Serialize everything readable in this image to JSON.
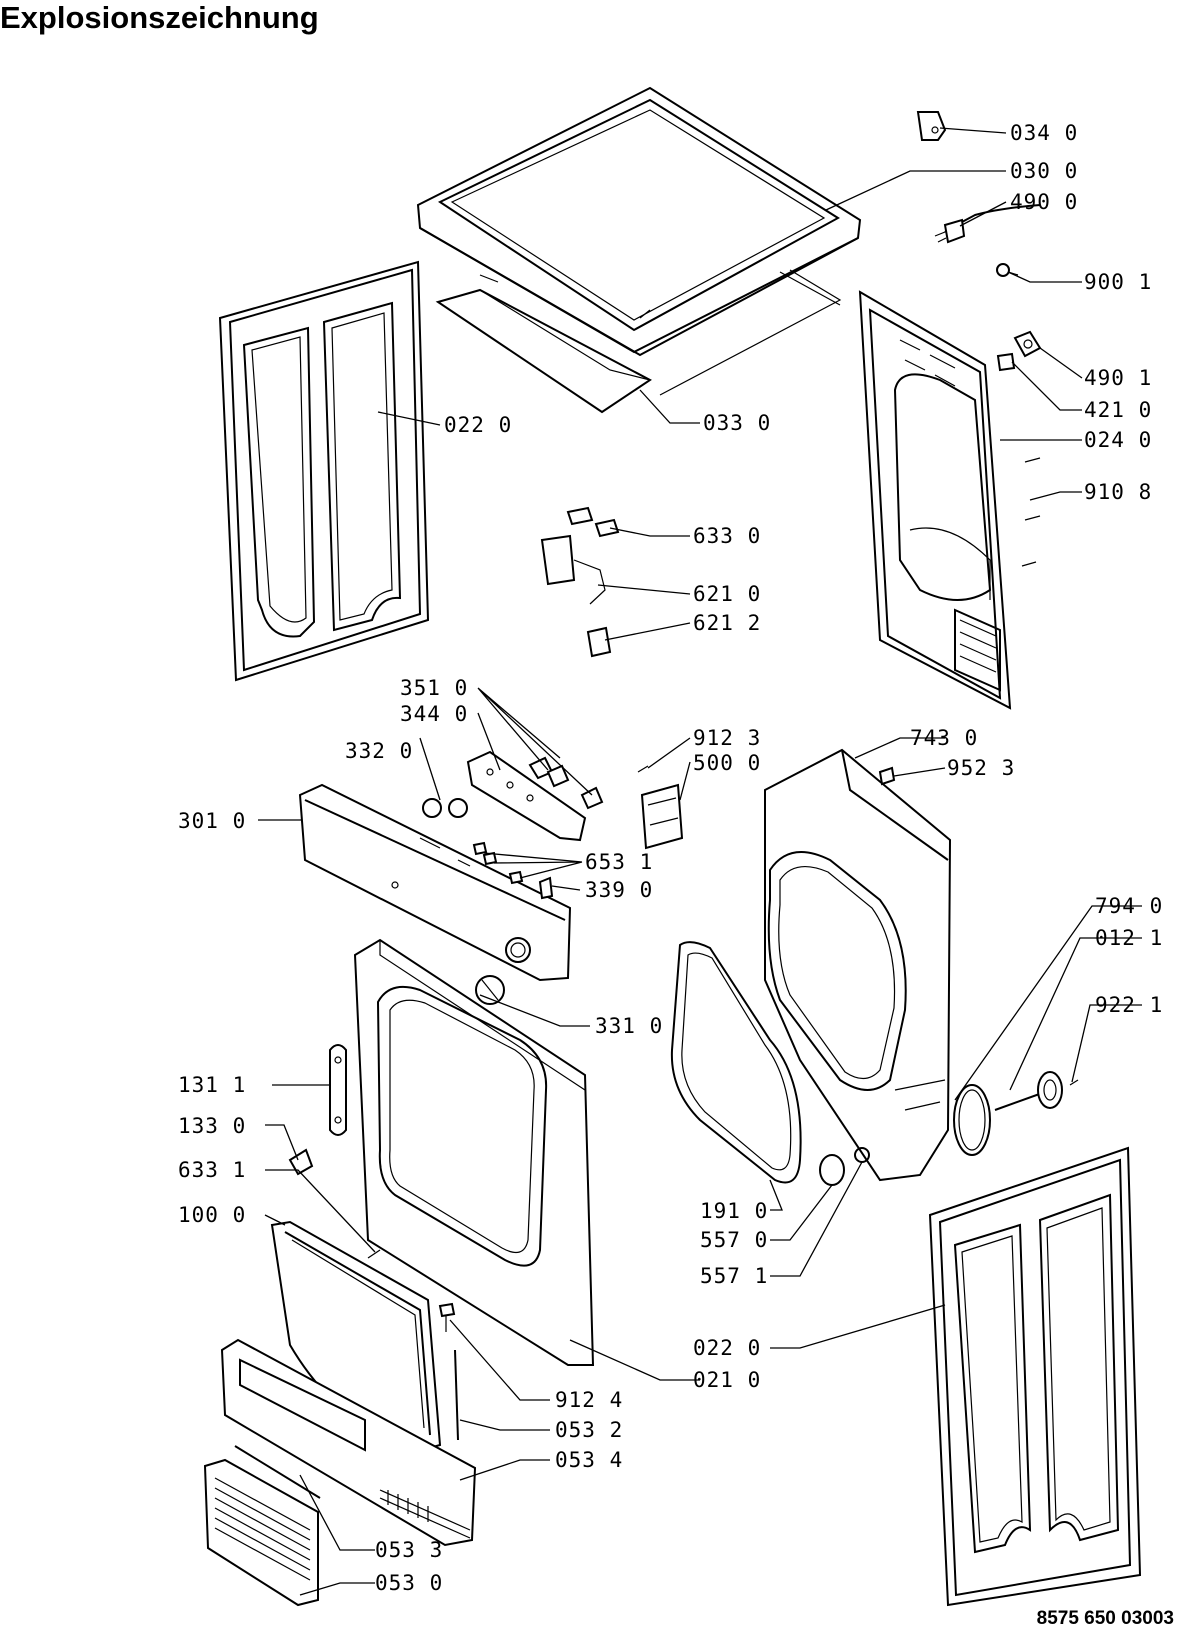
{
  "title": "Explosionszeichnung",
  "document_number": "8575 650 03003",
  "labels": {
    "p0340": "034 0",
    "p0300": "030 0",
    "p4900": "490 0",
    "p9001": "900 1",
    "p4901": "490 1",
    "p4210": "421 0",
    "p0240": "024 0",
    "p9108": "910 8",
    "p0220a": "022 0",
    "p0330": "033 0",
    "p6330": "633 0",
    "p6210": "621 0",
    "p6212": "621 2",
    "p3510": "351 0",
    "p3440": "344 0",
    "p3320": "332 0",
    "p3010": "301 0",
    "p6531": "653 1",
    "p3390": "339 0",
    "p9123": "912 3",
    "p5000": "500 0",
    "p7430": "743 0",
    "p9523": "952 3",
    "p7940": "794 0",
    "p0121": "012 1",
    "p9221": "922 1",
    "p3310": "331 0",
    "p1311": "131 1",
    "p1330": "133 0",
    "p6331": "633 1",
    "p1000": "100 0",
    "p1910": "191 0",
    "p5570": "557 0",
    "p5571": "557 1",
    "p0220b": "022 0",
    "p0210": "021 0",
    "p9124": "912 4",
    "p0532": "053 2",
    "p0534": "053 4",
    "p0533": "053 3",
    "p0530": "053 0"
  }
}
